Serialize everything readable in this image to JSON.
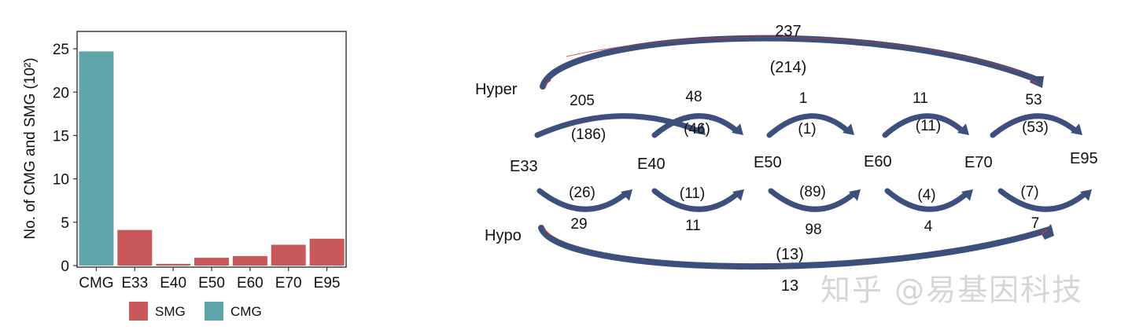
{
  "chart_data": [
    {
      "type": "bar",
      "ylabel": "No. of CMG and  SMG (10²)",
      "categories": [
        "CMG",
        "E33",
        "E40",
        "E50",
        "E60",
        "E70",
        "E95"
      ],
      "values": [
        24.7,
        4.1,
        0.2,
        0.9,
        1.1,
        2.4,
        3.1
      ],
      "bar_group": [
        "CMG",
        "SMG",
        "SMG",
        "SMG",
        "SMG",
        "SMG",
        "SMG"
      ],
      "yticks": [
        "0",
        "5",
        "10",
        "15",
        "20",
        "25"
      ],
      "ylim": [
        0,
        27
      ],
      "legend": [
        {
          "label": "SMG",
          "color": "#c8585a"
        },
        {
          "label": "CMG",
          "color": "#5fa5aa"
        }
      ],
      "legend_placement": "bottom"
    },
    {
      "type": "flow",
      "nodes": [
        "E33",
        "E40",
        "E50",
        "E60",
        "E70",
        "E95"
      ],
      "row_labels": {
        "hyper": "Hyper",
        "hypo": "Hypo"
      },
      "hyper_arcs": [
        {
          "top": "205",
          "bottom": "(186)"
        },
        {
          "top": "48",
          "bottom": "(46)"
        },
        {
          "top": "1",
          "bottom": "(1)"
        },
        {
          "top": "11",
          "bottom": "(11)"
        },
        {
          "top": "53",
          "bottom": "(53)"
        }
      ],
      "hypo_arcs": [
        {
          "top": "(26)",
          "bottom": "29"
        },
        {
          "top": "(11)",
          "bottom": "11"
        },
        {
          "top": "(89)",
          "bottom": "98"
        },
        {
          "top": "(4)",
          "bottom": "4"
        },
        {
          "top": "(7)",
          "bottom": "7"
        }
      ],
      "hyper_total": {
        "top": "237",
        "bottom": "(214)"
      },
      "hypo_total": {
        "top": "(13)",
        "bottom": "13"
      },
      "arc_color": "#3d4f7c",
      "arrow_accent_color": "#c0392b"
    }
  ],
  "watermark": "知乎 @易基因科技"
}
